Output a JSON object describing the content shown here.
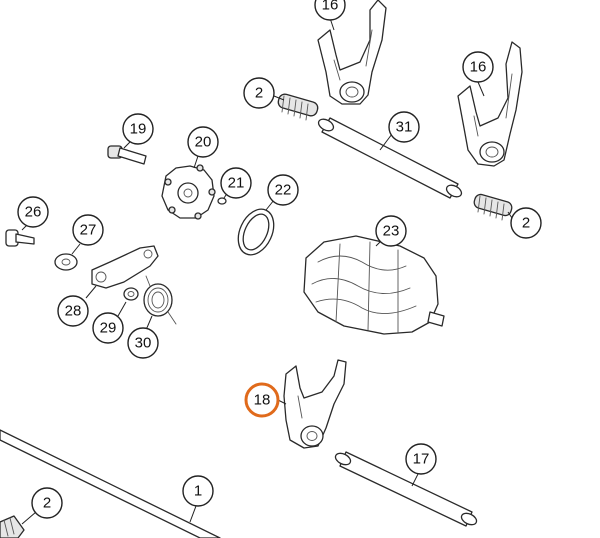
{
  "callouts": {
    "c16a": "16",
    "c16b": "16",
    "c2a": "2",
    "c31": "31",
    "c2b": "2",
    "c19": "19",
    "c20": "20",
    "c21": "21",
    "c22": "22",
    "c26": "26",
    "c27": "27",
    "c23": "23",
    "c28": "28",
    "c29": "29",
    "c30": "30",
    "c18": "18",
    "c17": "17",
    "c2c": "2",
    "c1": "1"
  },
  "highlight": {
    "callout": "18",
    "color": "#e06a1b"
  }
}
